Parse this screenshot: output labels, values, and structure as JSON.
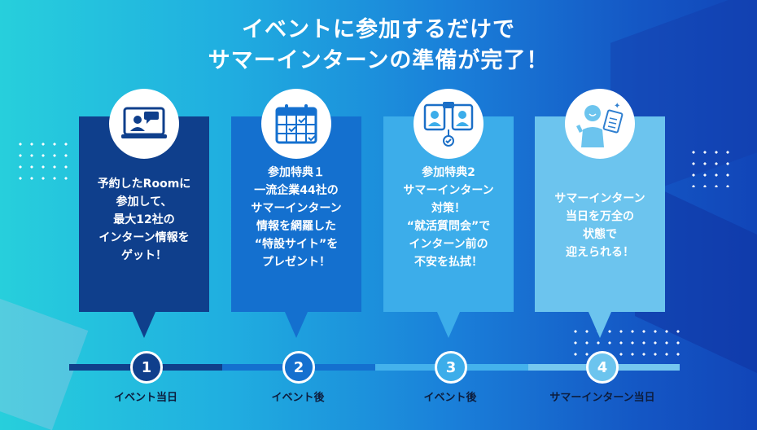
{
  "headline": {
    "line1": "イベントに参加するだけで",
    "line2": "サマーインターンの準備が完了！"
  },
  "cards": [
    {
      "icon": "laptop-video-chat-icon",
      "text": "予約したRoomに\n参加して、\n最大12社の\nインターン情報を\nゲット！",
      "color": "#0f3f8c"
    },
    {
      "icon": "calendar-icon",
      "text": "参加特典１\n一流企業44社の\nサマーインターン\n情報を網羅した\n“特設サイト”を\nプレゼント！",
      "color": "#1470cf"
    },
    {
      "icon": "video-meeting-icon",
      "text": "参加特典2\nサマーインターン\n対策！\n“就活質問会”で\nインターン前の\n不安を払拭！",
      "color": "#3cadea"
    },
    {
      "icon": "confident-person-checklist-icon",
      "text": "サマーインターン\n当日を万全の\n状態で\n迎えられる！",
      "color": "#6cc4ee"
    }
  ],
  "steps": [
    {
      "number": "1",
      "label": "イベント当日"
    },
    {
      "number": "2",
      "label": "イベント後"
    },
    {
      "number": "3",
      "label": "イベント後"
    },
    {
      "number": "4",
      "label": "サマーインターン当日"
    }
  ]
}
